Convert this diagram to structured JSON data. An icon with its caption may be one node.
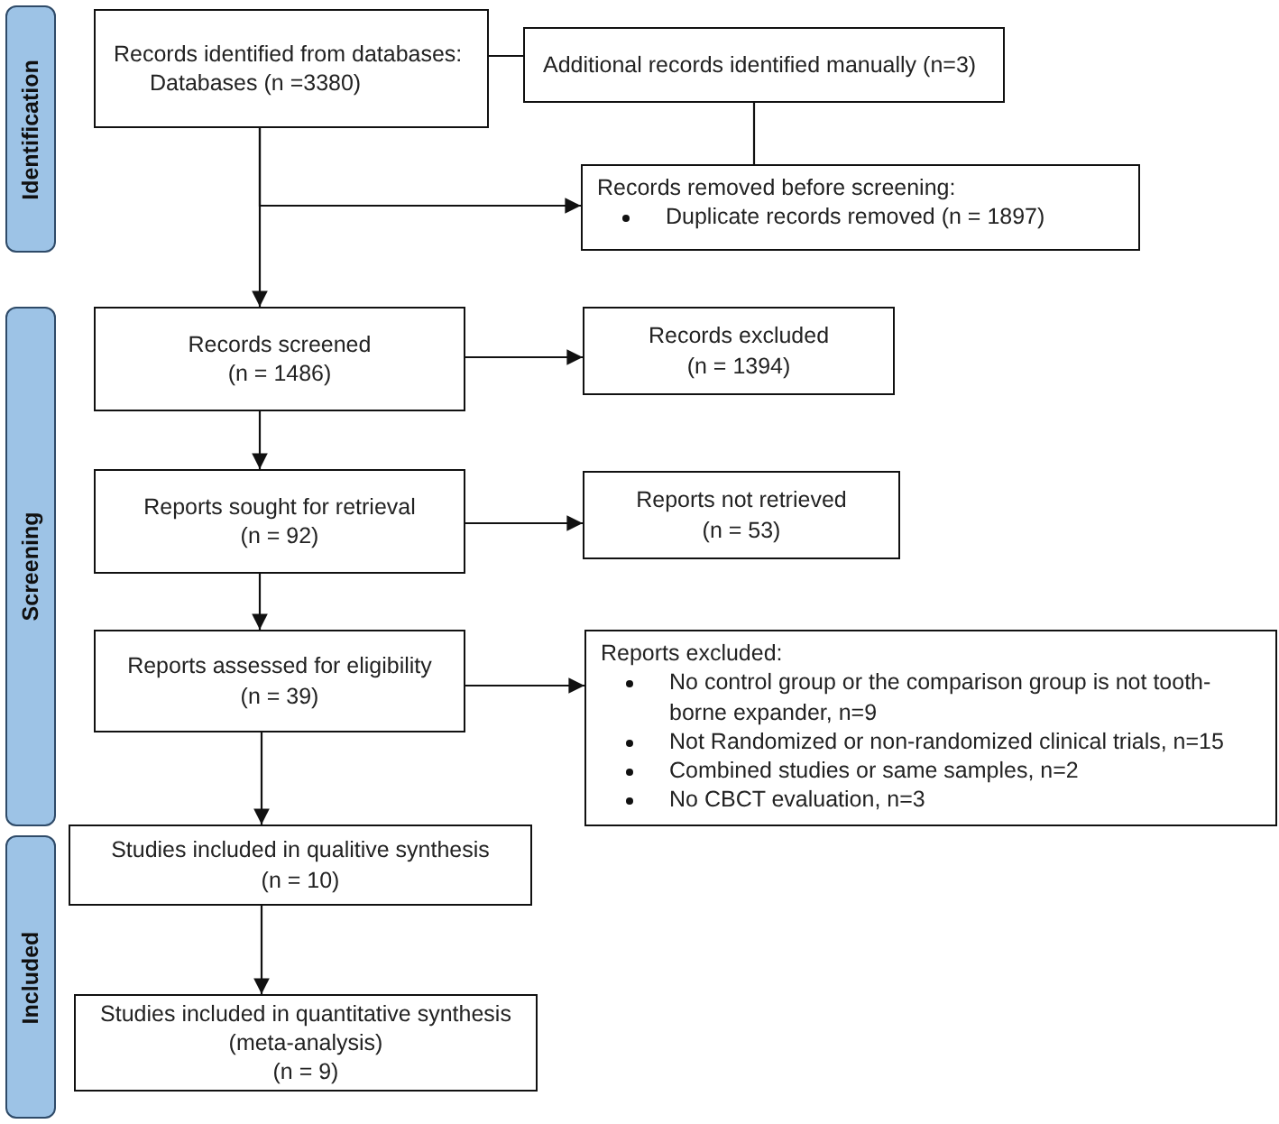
{
  "diagram": {
    "nodes": [
      {
        "text": [
          "Identification"
        ]
      },
      {
        "text": [
          "Records identified from databases:",
          "Databases (n =3380)"
        ]
      },
      {
        "text": [
          "Additional records identified manually (n=3)"
        ]
      },
      {
        "text": [
          "Records removed before screening:",
          "Duplicate records removed (n = 1897)"
        ]
      },
      {
        "text": [
          "Screening"
        ]
      },
      {
        "text": [
          "Records screened",
          "(n = 1486)"
        ]
      },
      {
        "text": [
          "Records excluded",
          "(n = 1394)"
        ]
      },
      {
        "text": [
          "Reports sought for retrieval",
          "(n = 92)"
        ]
      },
      {
        "text": [
          "Reports not retrieved",
          "(n = 53)"
        ]
      },
      {
        "text": [
          "Reports assessed for eligibility",
          "(n = 39)"
        ]
      },
      {
        "text": [
          "Reports excluded:",
          "No control group or the comparison group is not tooth-borne expander, n=9",
          "Not Randomized or non-randomized clinical trials, n=15",
          "Combined studies or same samples, n=2",
          "No CBCT evaluation, n=3"
        ]
      },
      {
        "text": [
          "Included"
        ]
      },
      {
        "text": [
          "Studies included in qualitive synthesis",
          "(n = 10)"
        ]
      },
      {
        "text": [
          "Studies included in quantitative synthesis",
          "(meta-analysis)",
          "(n = 9)"
        ]
      }
    ],
    "edges": [
      {
        "from": 2,
        "to": 1,
        "arrow": "none"
      },
      {
        "from": 2,
        "to": 3,
        "arrow": "none"
      },
      {
        "from": 1,
        "to": 5,
        "arrow": "to"
      },
      {
        "from": 1,
        "to": 3,
        "arrow": "to"
      },
      {
        "from": 5,
        "to": 6,
        "arrow": "to"
      },
      {
        "from": 5,
        "to": 7,
        "arrow": "to"
      },
      {
        "from": 7,
        "to": 8,
        "arrow": "to"
      },
      {
        "from": 7,
        "to": 9,
        "arrow": "to"
      },
      {
        "from": 9,
        "to": 10,
        "arrow": "to"
      },
      {
        "from": 9,
        "to": 12,
        "arrow": "to"
      },
      {
        "from": 12,
        "to": 13,
        "arrow": "to"
      }
    ]
  }
}
